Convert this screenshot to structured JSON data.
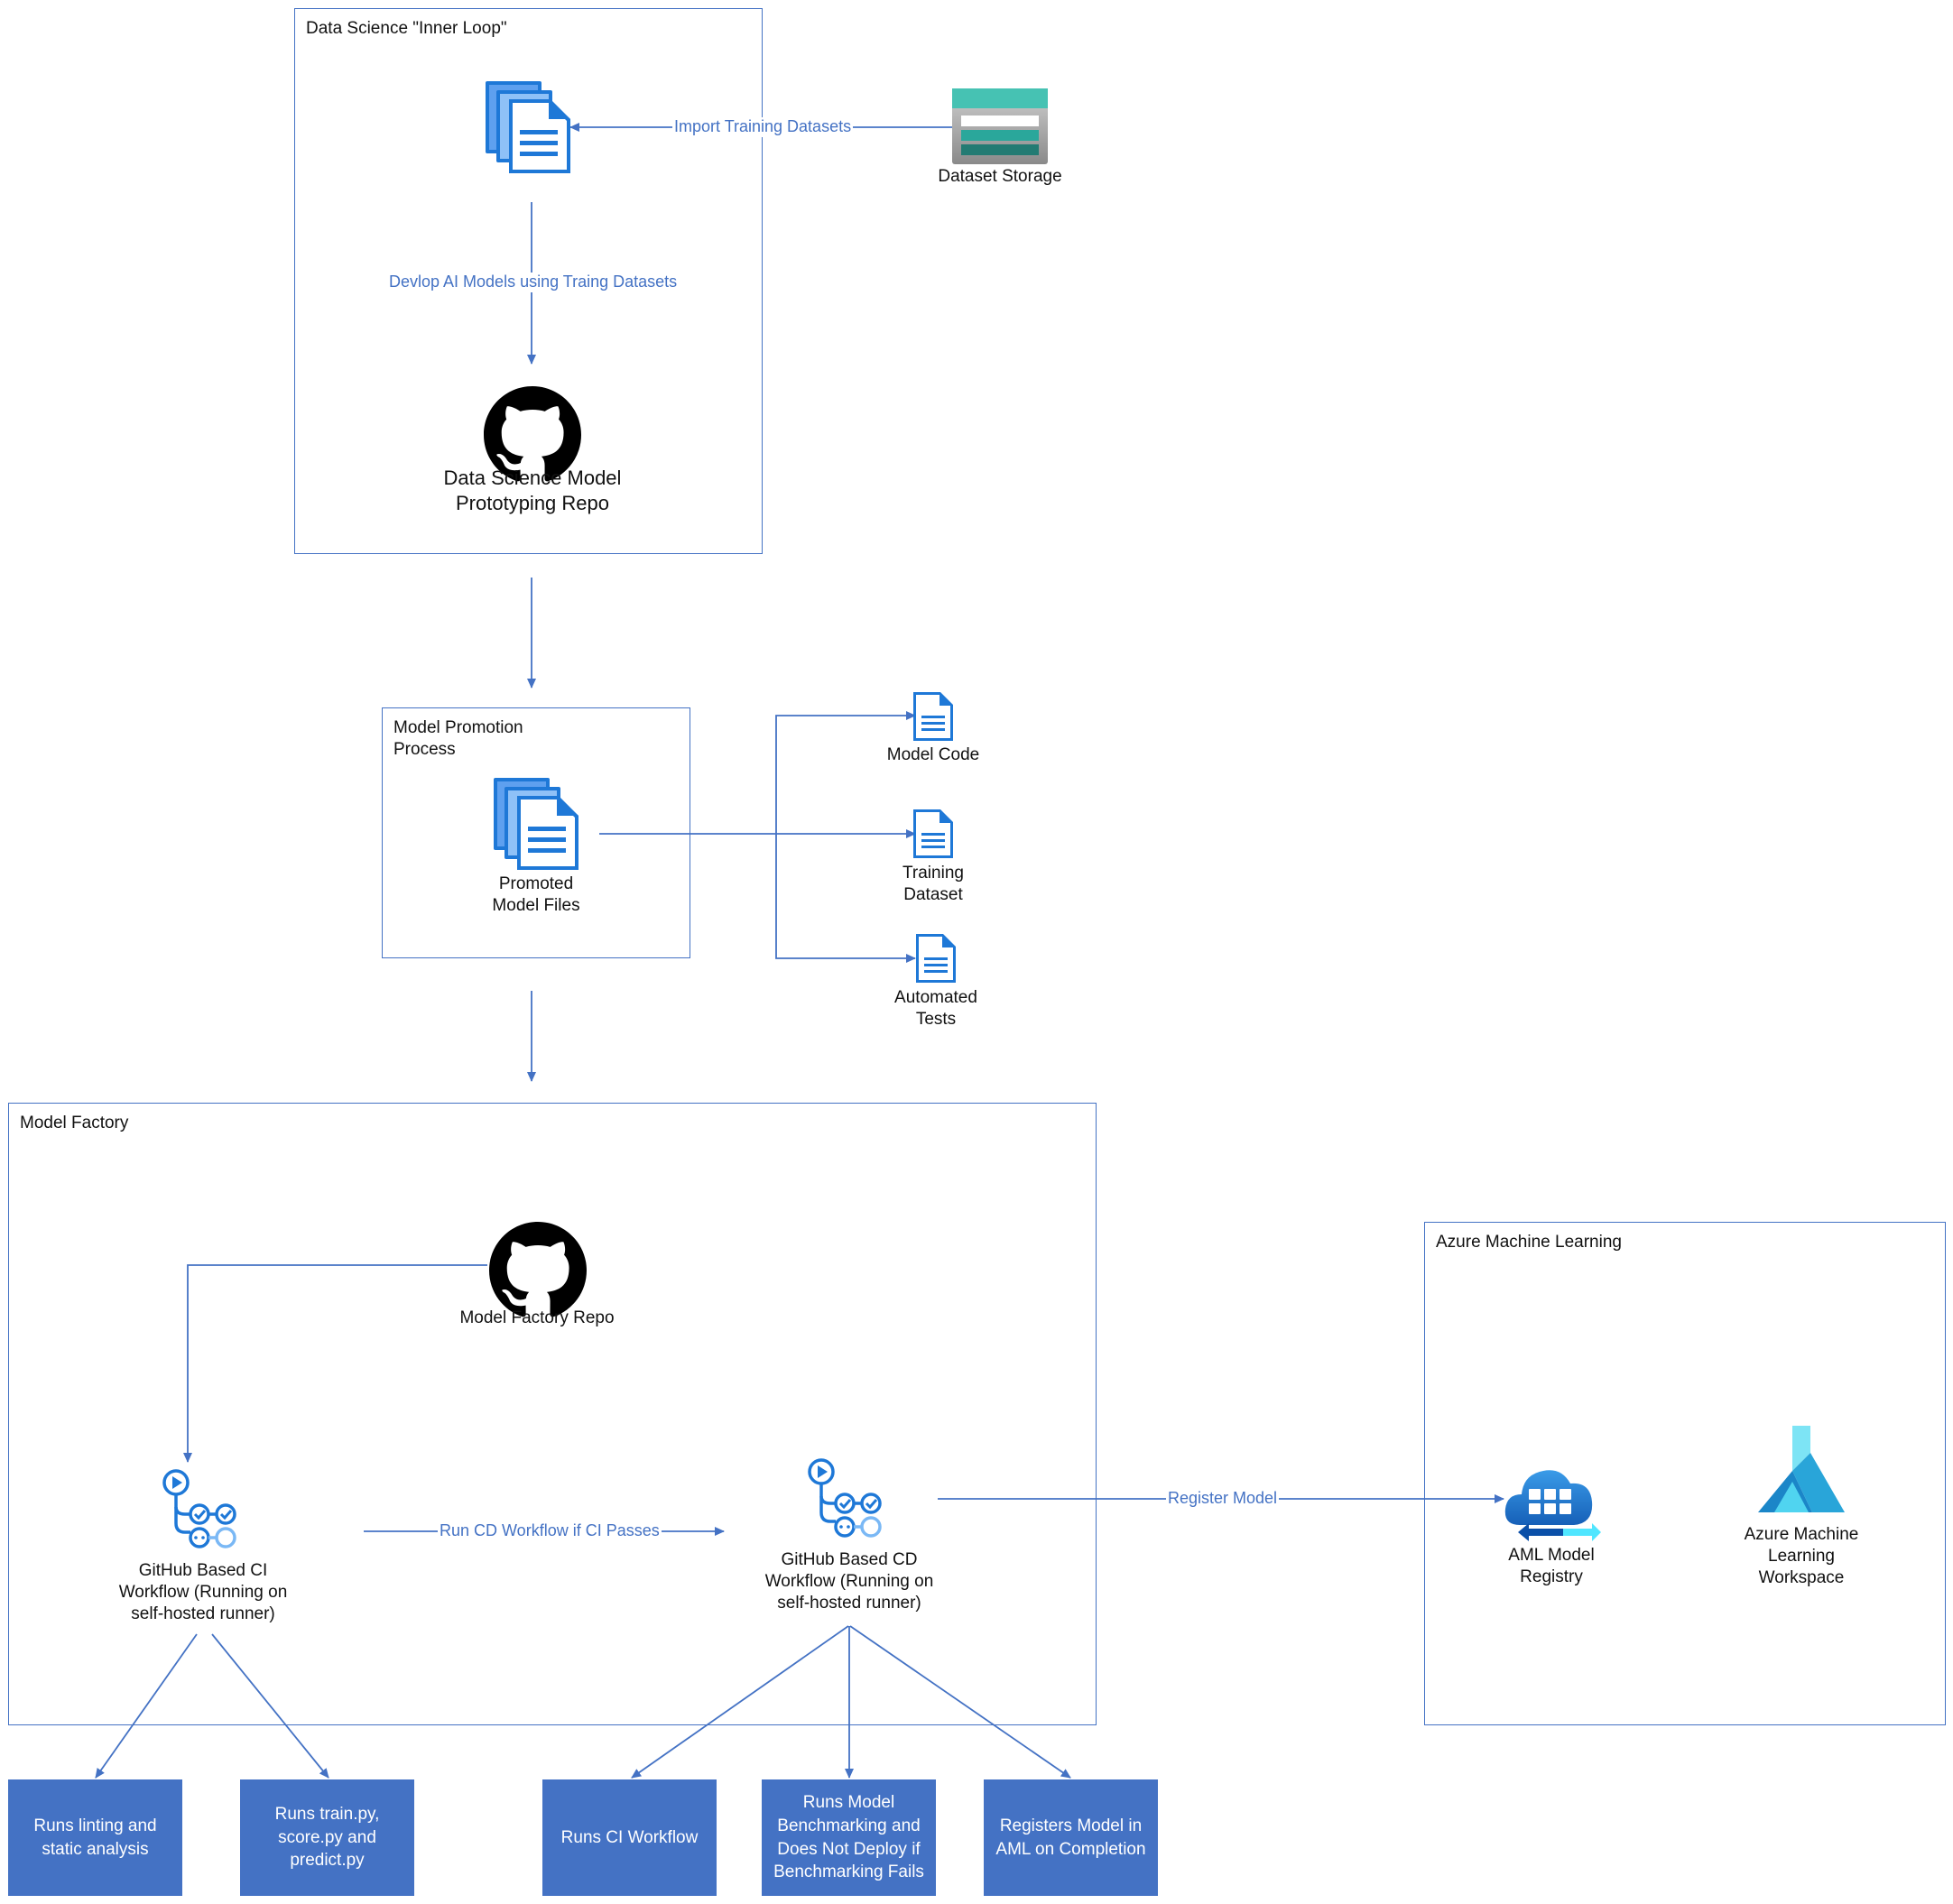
{
  "groups": {
    "inner_loop": "Data Science \"Inner Loop\"",
    "promotion": "Model Promotion\nProcess",
    "factory": "Model Factory",
    "azure_ml": "Azure Machine Learning"
  },
  "nodes": {
    "dataset_storage": "Dataset Storage",
    "prototyping_repo": "Data Science Model\nPrototyping Repo",
    "promoted_files": "Promoted\nModel Files",
    "model_code": "Model Code",
    "training_dataset": "Training\nDataset",
    "automated_tests": "Automated\nTests",
    "factory_repo": "Model Factory Repo",
    "ci_workflow": "GitHub Based CI\nWorkflow (Running on\nself-hosted runner)",
    "cd_workflow": "GitHub Based CD\nWorkflow (Running on\nself-hosted runner)",
    "aml_registry": "AML Model\nRegistry",
    "aml_workspace": "Azure Machine\nLearning\nWorkspace"
  },
  "edges": {
    "import_datasets": "Import Training Datasets",
    "develop_models": "Devlop AI Models using Traing Datasets",
    "run_cd": "Run CD Workflow if CI Passes",
    "register_model": "Register Model"
  },
  "steps": {
    "lint": "Runs linting and\nstatic analysis",
    "train": "Runs train.py,\nscore.py and\npredict.py",
    "runs_ci": "Runs CI Workflow",
    "benchmark": "Runs Model\nBenchmarking and\nDoes Not Deploy if\nBenchmarking Fails",
    "register": "Registers Model in\nAML on Completion"
  },
  "colors": {
    "accent": "#4472c4",
    "doc_blue": "#1e78d7",
    "github_black": "#000000",
    "storage_teal": "#2aa79b"
  }
}
